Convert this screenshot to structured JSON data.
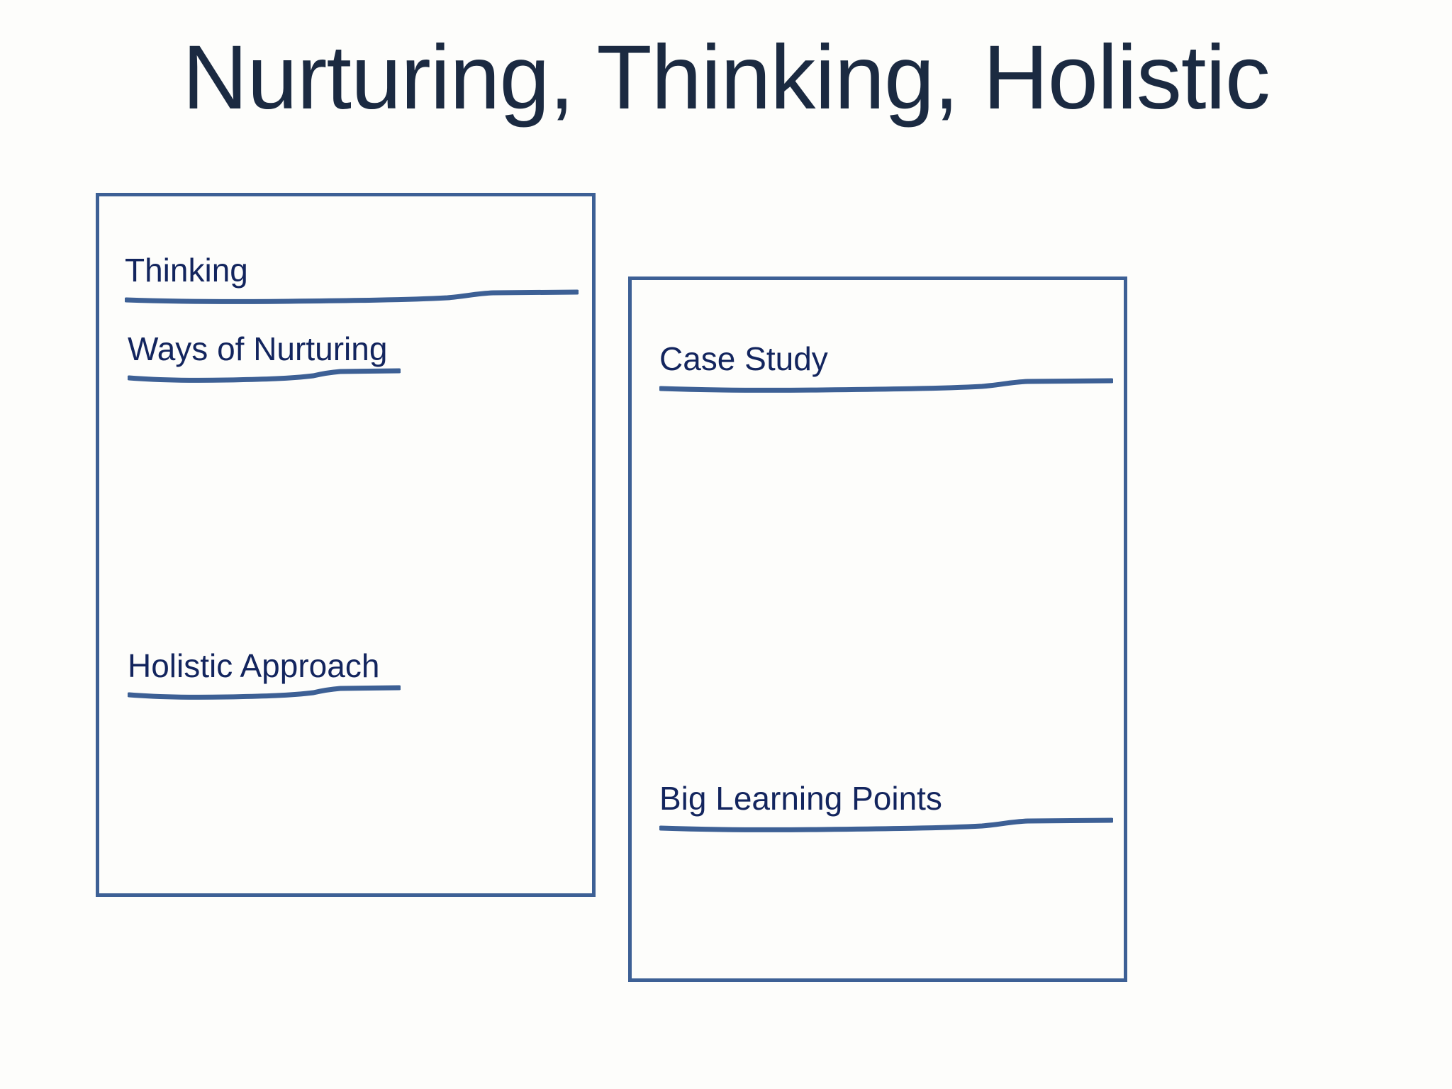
{
  "slide": {
    "title": "Nurturing, Thinking, Holistic",
    "background_color": "#fdfdfb",
    "title_color": "#1b2a41",
    "accent_color": "#3d6095",
    "label_color": "#13255e"
  },
  "left_box": {
    "name": "left-content-box",
    "border_color": "#3d6095",
    "items": [
      {
        "label": "Thinking",
        "underline": "hand-drawn-line"
      },
      {
        "label": "Ways of Nurturing",
        "underline": "hand-drawn-line"
      },
      {
        "label": "Holistic Approach",
        "underline": "hand-drawn-line"
      }
    ]
  },
  "right_box": {
    "name": "right-content-box",
    "border_color": "#3d6095",
    "items": [
      {
        "label": "Case Study",
        "underline": "hand-drawn-line"
      },
      {
        "label": "Big Learning Points",
        "underline": "hand-drawn-line"
      }
    ]
  }
}
